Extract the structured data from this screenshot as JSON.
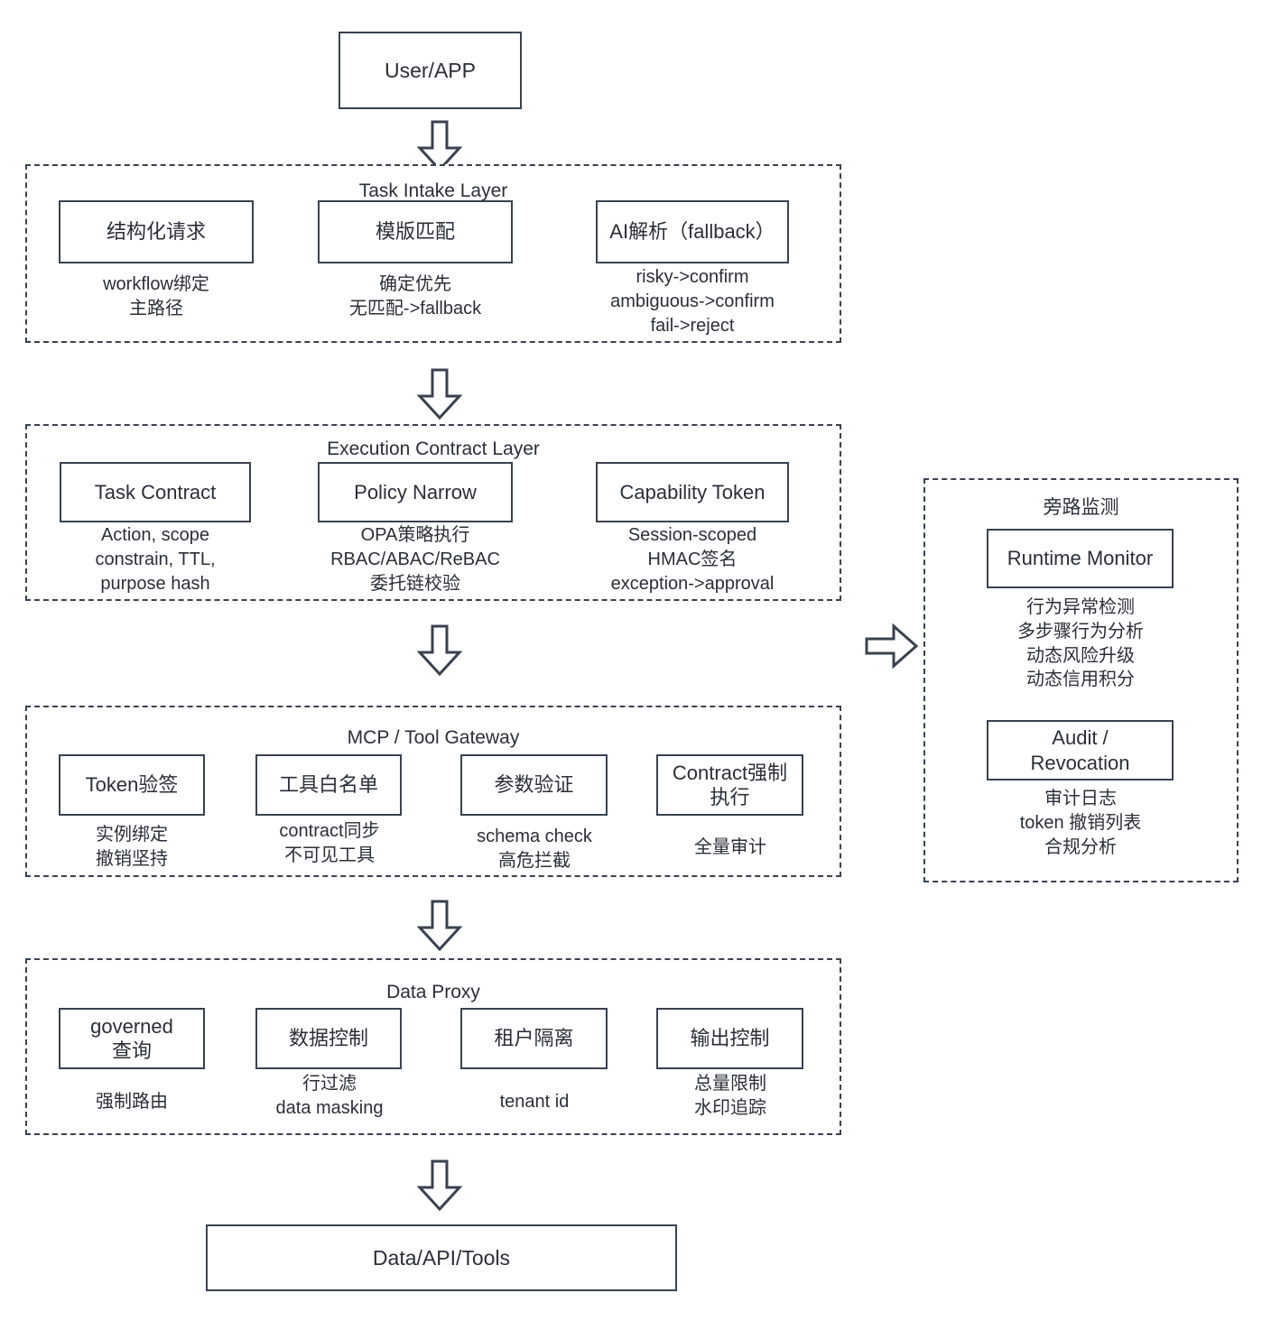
{
  "diagram": {
    "title_top": "User/APP",
    "title_bottom": "Data/API/Tools"
  },
  "top_node": {
    "label": "User/APP"
  },
  "bottom_node": {
    "label": "Data/API/Tools"
  },
  "layers": [
    {
      "id": "task-intake-layer",
      "title": "Task Intake Layer",
      "nodes": [
        {
          "label": "结构化请求",
          "caption": "workflow绑定\n主路径"
        },
        {
          "label": "模版匹配",
          "caption": "确定优先\n无匹配->fallback"
        },
        {
          "label": "AI解析（fallback）",
          "caption": "risky->confirm\nambiguous->confirm\nfail->reject"
        }
      ]
    },
    {
      "id": "execution-contract-layer",
      "title": "Execution Contract Layer",
      "nodes": [
        {
          "label": "Task Contract",
          "caption": "Action, scope\nconstrain, TTL,\npurpose hash"
        },
        {
          "label": "Policy Narrow",
          "caption": "OPA策略执行\nRBAC/ABAC/ReBAC\n委托链校验"
        },
        {
          "label": "Capability Token",
          "caption": "Session-scoped\nHMAC签名\nexception->approval"
        }
      ]
    },
    {
      "id": "mcp-tool-gateway-layer",
      "title": "MCP / Tool Gateway",
      "nodes": [
        {
          "label": "Token验签",
          "caption": "实例绑定\n撤销坚持"
        },
        {
          "label": "工具白名单",
          "caption": "contract同步\n不可见工具"
        },
        {
          "label": "参数验证",
          "caption": "schema check\n高危拦截"
        },
        {
          "label": "Contract强制\n执行",
          "caption": "全量审计"
        }
      ]
    },
    {
      "id": "data-proxy-layer",
      "title": "Data Proxy",
      "nodes": [
        {
          "label": "governed\n查询",
          "caption": "强制路由"
        },
        {
          "label": "数据控制",
          "caption": "行过滤\ndata masking"
        },
        {
          "label": "租户隔离",
          "caption": "tenant id"
        },
        {
          "label": "输出控制",
          "caption": "总量限制\n水印追踪"
        }
      ]
    }
  ],
  "side_panel": {
    "id": "bypass-monitoring-panel",
    "title": "旁路监测",
    "nodes": [
      {
        "label": "Runtime Monitor",
        "caption": "行为异常检测\n多步骤行为分析\n动态风险升级\n动态信用积分"
      },
      {
        "label": "Audit /\nRevocation",
        "caption": "审计日志\ntoken 撤销列表\n合规分析"
      }
    ]
  },
  "arrows": [
    {
      "name": "arrow-user-to-intake",
      "direction": "down"
    },
    {
      "name": "arrow-intake-to-contract",
      "direction": "down"
    },
    {
      "name": "arrow-contract-to-gateway",
      "direction": "down"
    },
    {
      "name": "arrow-gateway-to-proxy",
      "direction": "down"
    },
    {
      "name": "arrow-proxy-to-data",
      "direction": "down"
    },
    {
      "name": "arrow-flow-to-monitor",
      "direction": "right"
    }
  ],
  "colors": {
    "stroke": "#3a4250",
    "text": "#2a2f38",
    "background": "#ffffff"
  }
}
